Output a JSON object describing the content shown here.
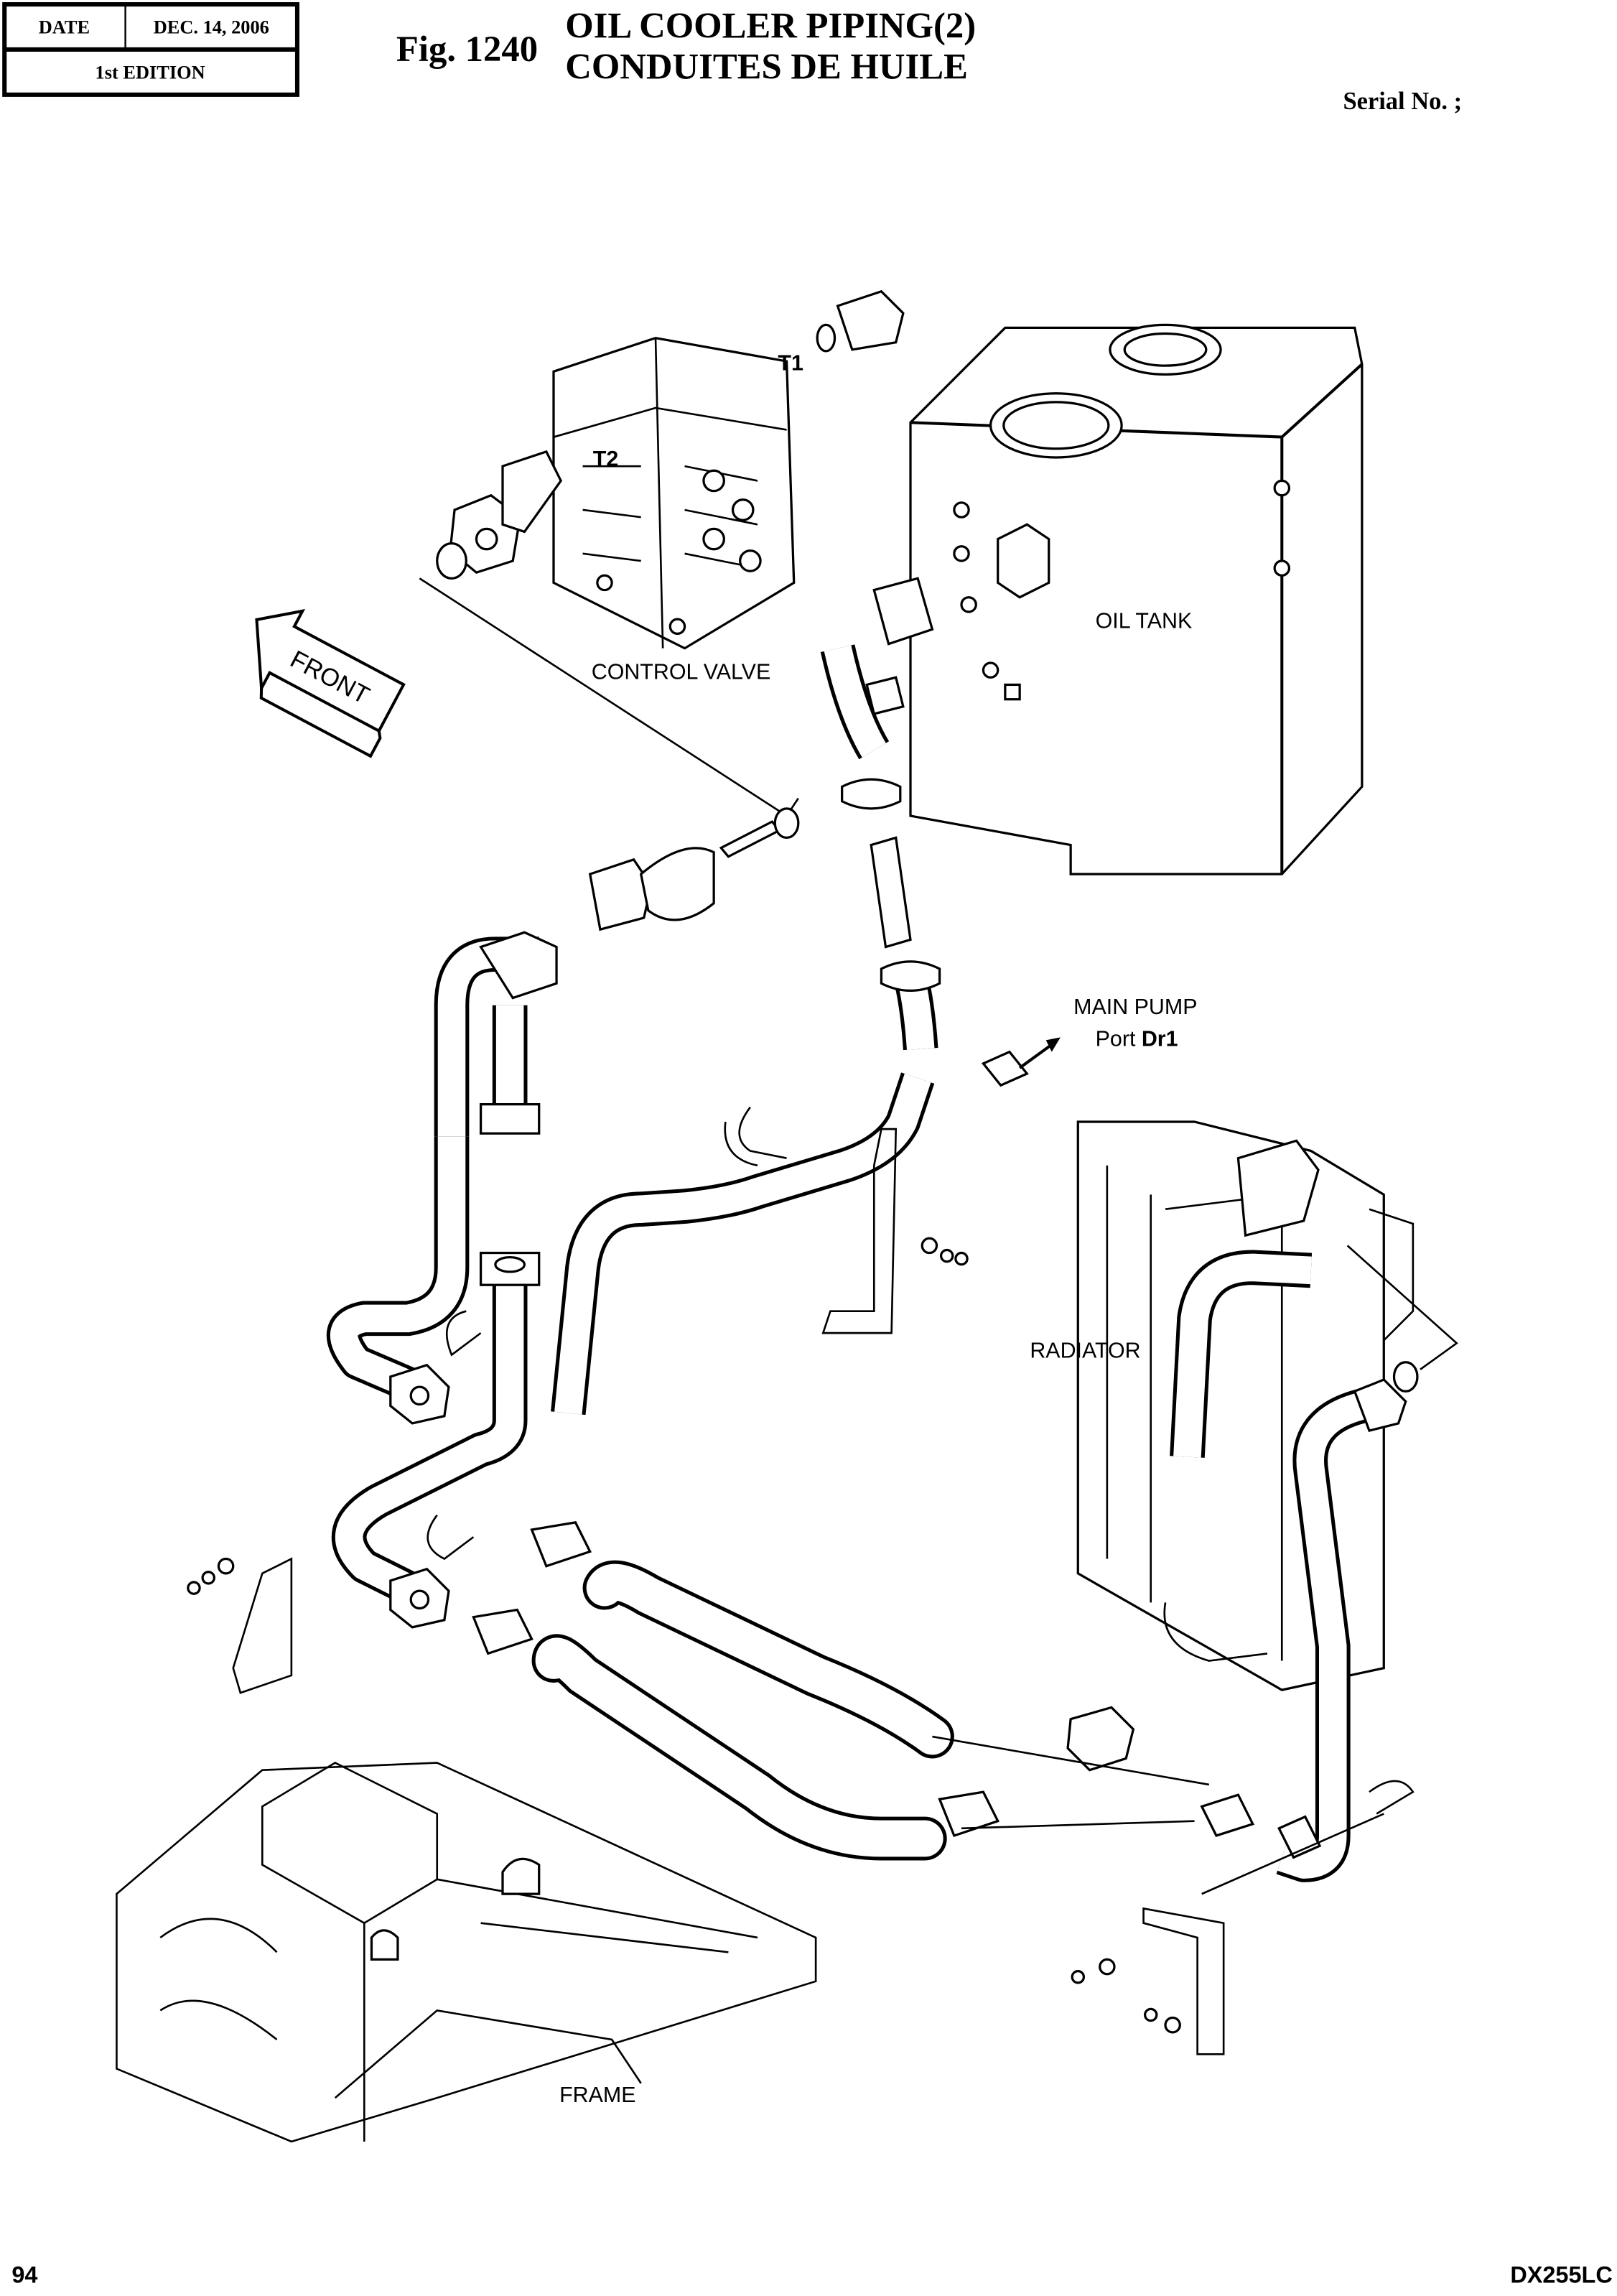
{
  "header": {
    "date_label": "DATE",
    "date_value": "DEC. 14, 2006",
    "edition": "1st EDITION",
    "fig_number": "Fig. 1240",
    "title_en": "OIL  COOLER  PIPING(2)",
    "title_fr": "CONDUITES  DE  HUILE",
    "serial_label": "Serial No. ;"
  },
  "diagram": {
    "labels": {
      "t1": "T1",
      "t2": "T2",
      "control_valve": "CONTROL VALVE",
      "oil_tank": "OIL TANK",
      "front": "FRONT",
      "main_pump": "MAIN PUMP",
      "port_prefix": "Port ",
      "port_name": "Dr1",
      "radiator": "RADIATOR",
      "frame": "FRAME"
    }
  },
  "footer": {
    "page_number": "94",
    "model": "DX255LC"
  }
}
